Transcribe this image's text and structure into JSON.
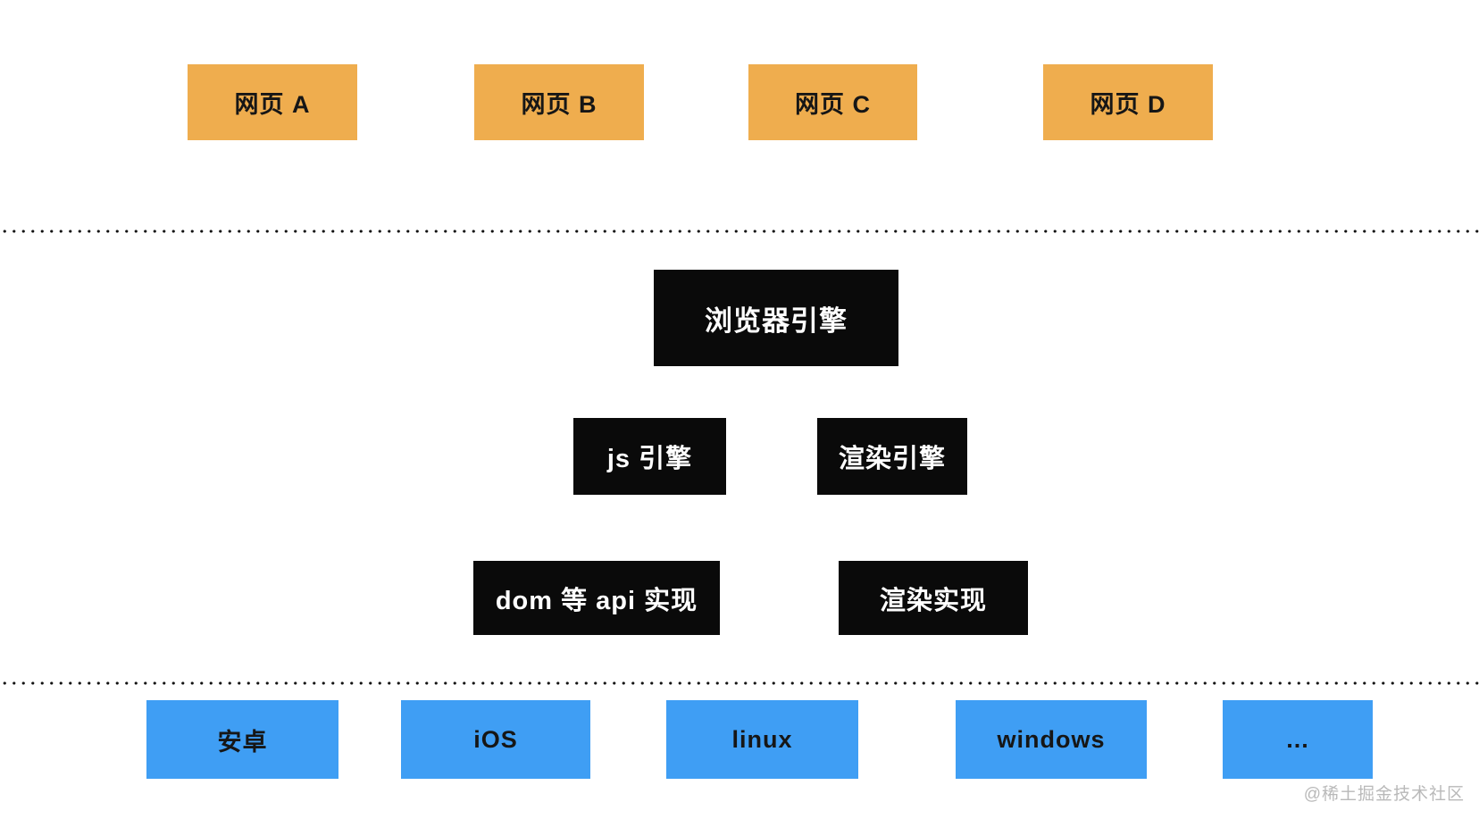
{
  "diagram": {
    "top_row": {
      "boxes": [
        "网页 A",
        "网页 B",
        "网页 C",
        "网页 D"
      ],
      "box_color": "#efad4e"
    },
    "browser_engine": "浏览器引擎",
    "engine_row": [
      "js 引擎",
      "渲染引擎"
    ],
    "impl_row": [
      "dom 等 api 实现",
      "渲染实现"
    ],
    "platform_row": {
      "boxes": [
        "安卓",
        "iOS",
        "linux",
        "windows",
        "..."
      ],
      "box_color": "#3f9ef4"
    },
    "watermark": "@稀土掘金技术社区"
  },
  "colors": {
    "background": "#ffffff",
    "webpage_box": "#efad4e",
    "engine_box": "#0a0a0a",
    "engine_box_text": "#ffffff",
    "platform_box": "#3f9ef4",
    "dark_text": "#161616",
    "dotted_line": "#111111",
    "watermark_text": "#b9b9b9"
  }
}
